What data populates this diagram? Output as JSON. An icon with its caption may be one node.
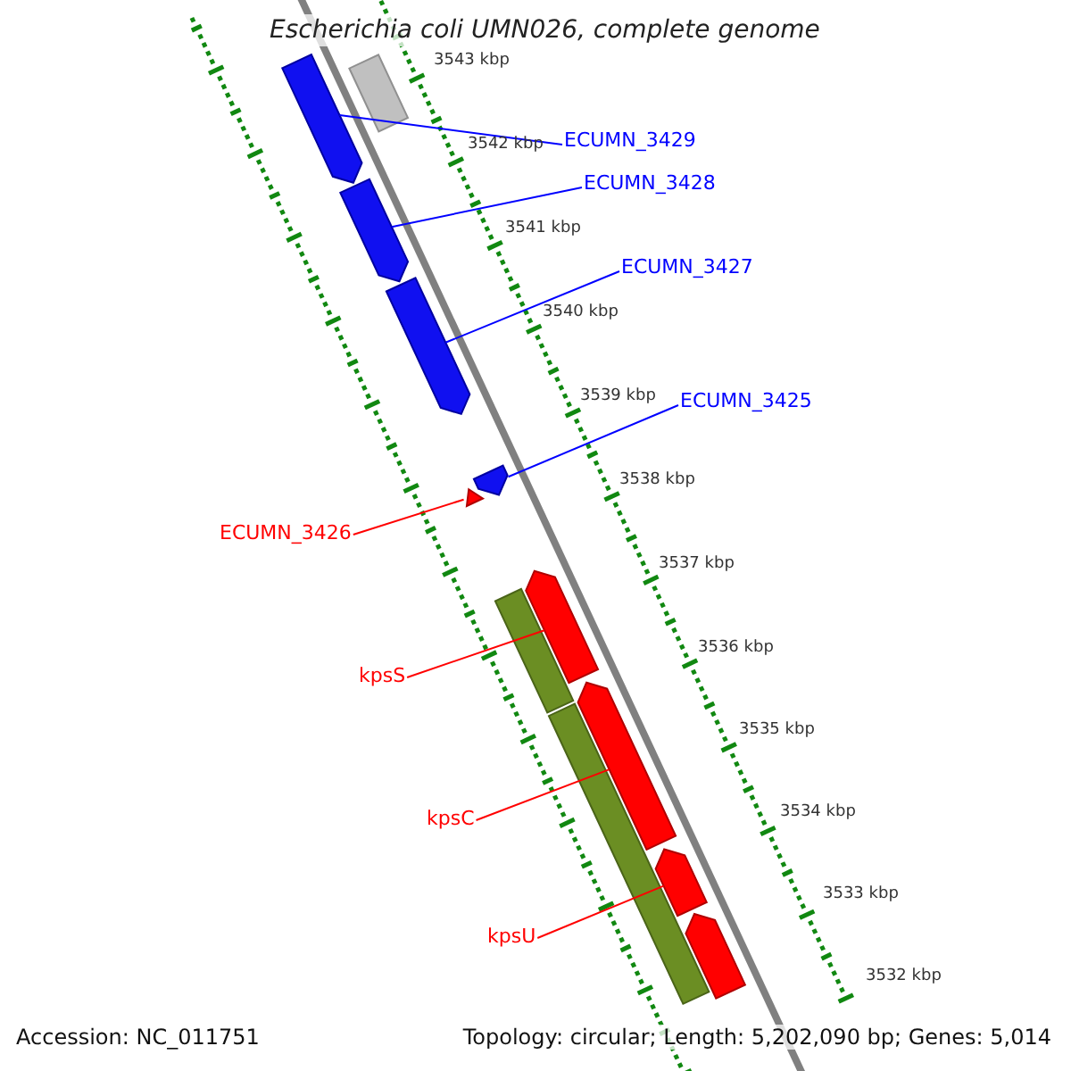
{
  "diagram": {
    "title": "Escherichia coli UMN026, complete genome",
    "nodes": [
      {
        "text": [
          "ECUMN_3429"
        ]
      },
      {
        "text": [],
        "shape": "bar"
      },
      {
        "text": [
          "ECUMN_3428"
        ]
      },
      {
        "text": [],
        "shape": "bar"
      },
      {
        "text": [
          "ECUMN_3427"
        ]
      },
      {
        "text": [],
        "shape": "bar"
      },
      {
        "text": [
          "ECUMN_3425"
        ]
      },
      {
        "text": [],
        "shape": "bar"
      },
      {
        "text": [
          "ECUMN_3426"
        ]
      },
      {
        "text": [],
        "shape": "bar"
      },
      {
        "text": [
          "kpsS"
        ]
      },
      {
        "text": [],
        "shape": "bar"
      },
      {
        "text": [
          "kpsC"
        ]
      },
      {
        "text": [],
        "shape": "bar"
      },
      {
        "text": [
          "kpsU"
        ]
      },
      {
        "text": [],
        "shape": "bar"
      },
      {
        "text": [],
        "shape": "bar"
      },
      {
        "text": [],
        "shape": "bar"
      },
      {
        "text": [],
        "shape": "bar"
      },
      {
        "text": [],
        "shape": "bar"
      }
    ],
    "edges": [
      {
        "from": 0,
        "to": 1,
        "arrow": "none"
      },
      {
        "from": 2,
        "to": 3,
        "arrow": "none"
      },
      {
        "from": 4,
        "to": 5,
        "arrow": "none"
      },
      {
        "from": 6,
        "to": 7,
        "arrow": "none"
      },
      {
        "from": 8,
        "to": 9,
        "arrow": "none",
        "color": "#ff0000"
      },
      {
        "from": 10,
        "to": 11,
        "arrow": "none",
        "color": "#ff0000"
      },
      {
        "from": 12,
        "to": 13,
        "arrow": "none",
        "color": "#ff0000"
      },
      {
        "from": 14,
        "to": 15,
        "arrow": "none",
        "color": "#ff0000"
      }
    ],
    "labels": [
      "3543 kbp",
      "3542 kbp",
      "3541 kbp",
      "3540 kbp",
      "3539 kbp",
      "3538 kbp",
      "3537 kbp",
      "3536 kbp",
      "3535 kbp",
      "3534 kbp",
      "3533 kbp",
      "3532 kbp",
      "Accession: NC_011751",
      "Topology: circular; Length: 5,202,090 bp; Genes: 5,014"
    ]
  }
}
